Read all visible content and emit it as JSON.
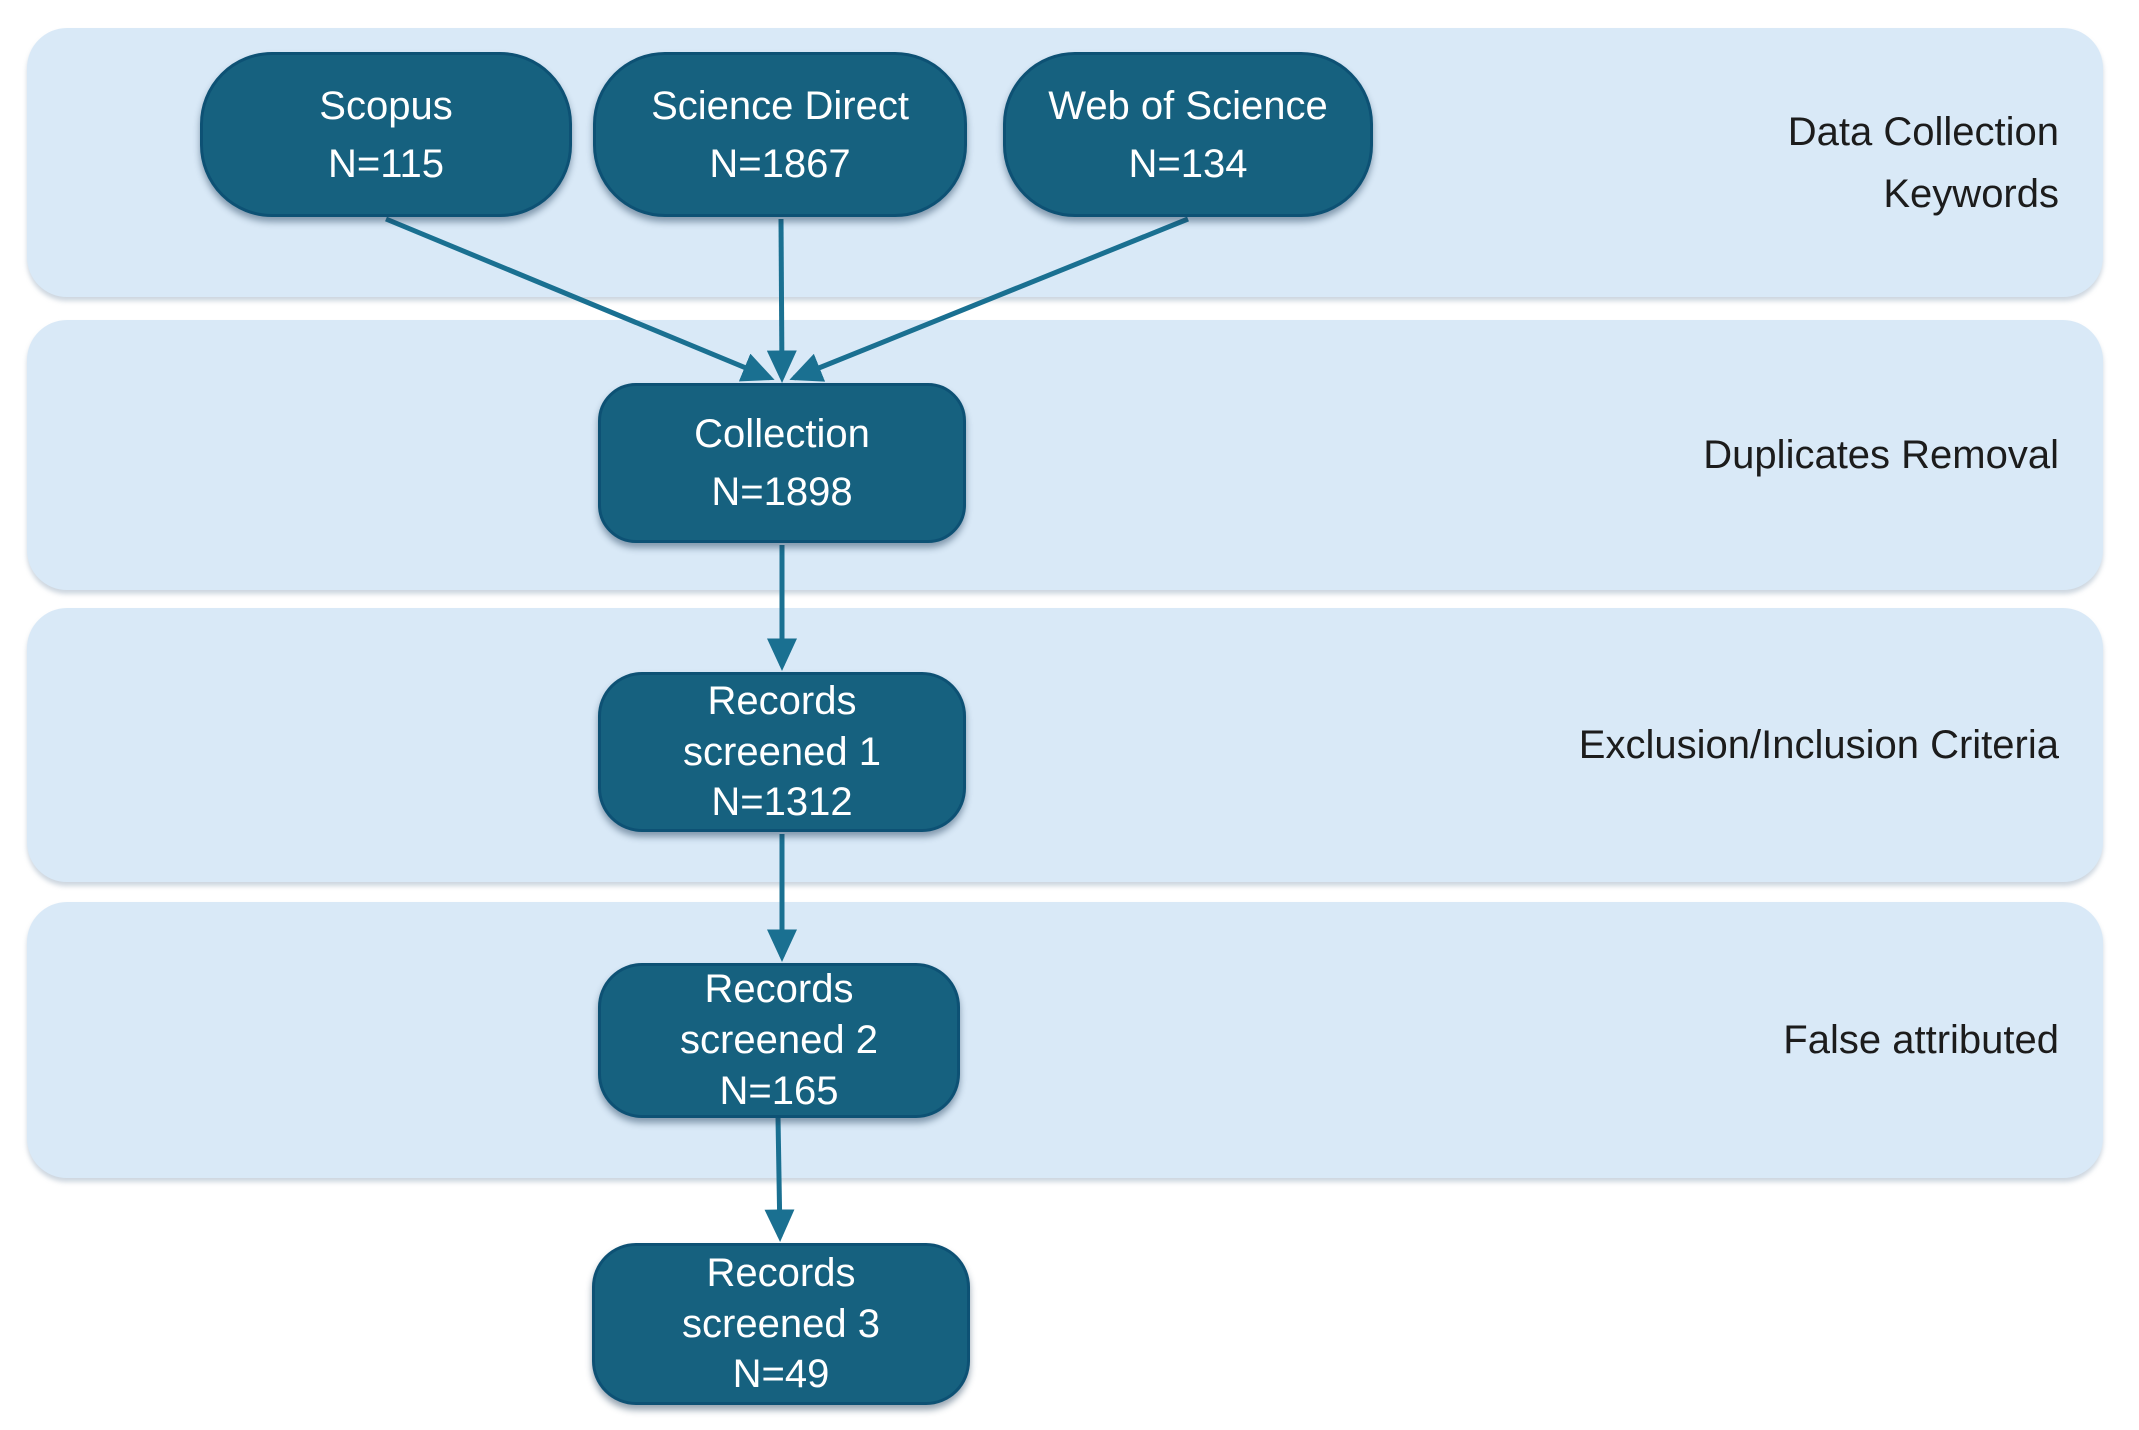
{
  "colors": {
    "page_bg": "#ffffff",
    "band_fill": "#d9e9f7",
    "band_text": "#1c1c1c",
    "node_fill": "#16617f",
    "node_border": "#0d5174",
    "node_text": "#ffffff",
    "arrow": "#1a7091"
  },
  "bands": [
    {
      "label": "Data Collection\nKeywords"
    },
    {
      "label": "Duplicates Removal"
    },
    {
      "label": "Exclusion/Inclusion Criteria"
    },
    {
      "label": "False attributed"
    }
  ],
  "nodes": [
    {
      "id": "scopus",
      "text": "Scopus\nN=115"
    },
    {
      "id": "science-direct",
      "text": "Science Direct\nN=1867"
    },
    {
      "id": "web-of-science",
      "text": "Web of Science\nN=134"
    },
    {
      "id": "collection",
      "text": "Collection\nN=1898"
    },
    {
      "id": "records-screened-1",
      "text": "Records\nscreened 1\nN=1312"
    },
    {
      "id": "records-screened-2",
      "text": "Records\nscreened 2\nN=165"
    },
    {
      "id": "records-screened-3",
      "text": "Records\nscreened 3\nN=49"
    }
  ]
}
